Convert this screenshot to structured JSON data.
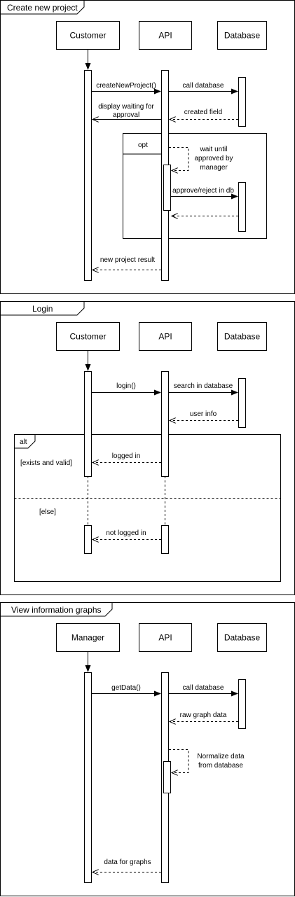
{
  "colors": {
    "stroke": "#000000",
    "fill": "#ffffff"
  },
  "diagram1": {
    "frame_title": "Create new project",
    "participants": {
      "customer": "Customer",
      "api": "API",
      "database": "Database"
    },
    "messages": {
      "create_new_project": "createNewProject()",
      "call_database": "call database",
      "display_waiting_line1": "display waiting for",
      "display_waiting_line2": "approval",
      "created_field": "created field",
      "wait_line1": "wait until",
      "wait_line2": "approved by",
      "wait_line3": "manager",
      "approve_reject": "approve/reject in db",
      "new_project_result": "new project result"
    },
    "fragment": {
      "operator": "opt"
    }
  },
  "diagram2": {
    "frame_title": "Login",
    "participants": {
      "customer": "Customer",
      "api": "API",
      "database": "Database"
    },
    "messages": {
      "login": "login()",
      "search_in_database": "search in database",
      "user_info": "user info",
      "logged_in": "logged in",
      "not_logged_in": "not logged in"
    },
    "fragment": {
      "operator": "alt",
      "guard1": "[exists and valid]",
      "guard2": "[else]"
    }
  },
  "diagram3": {
    "frame_title": "View information graphs",
    "participants": {
      "manager": "Manager",
      "api": "API",
      "database": "Database"
    },
    "messages": {
      "get_data": "getData()",
      "call_database": "call database",
      "raw_graph_data": "raw graph data",
      "normalize_line1": "Normalize data",
      "normalize_line2": "from database",
      "data_for_graphs": "data for graphs"
    }
  }
}
